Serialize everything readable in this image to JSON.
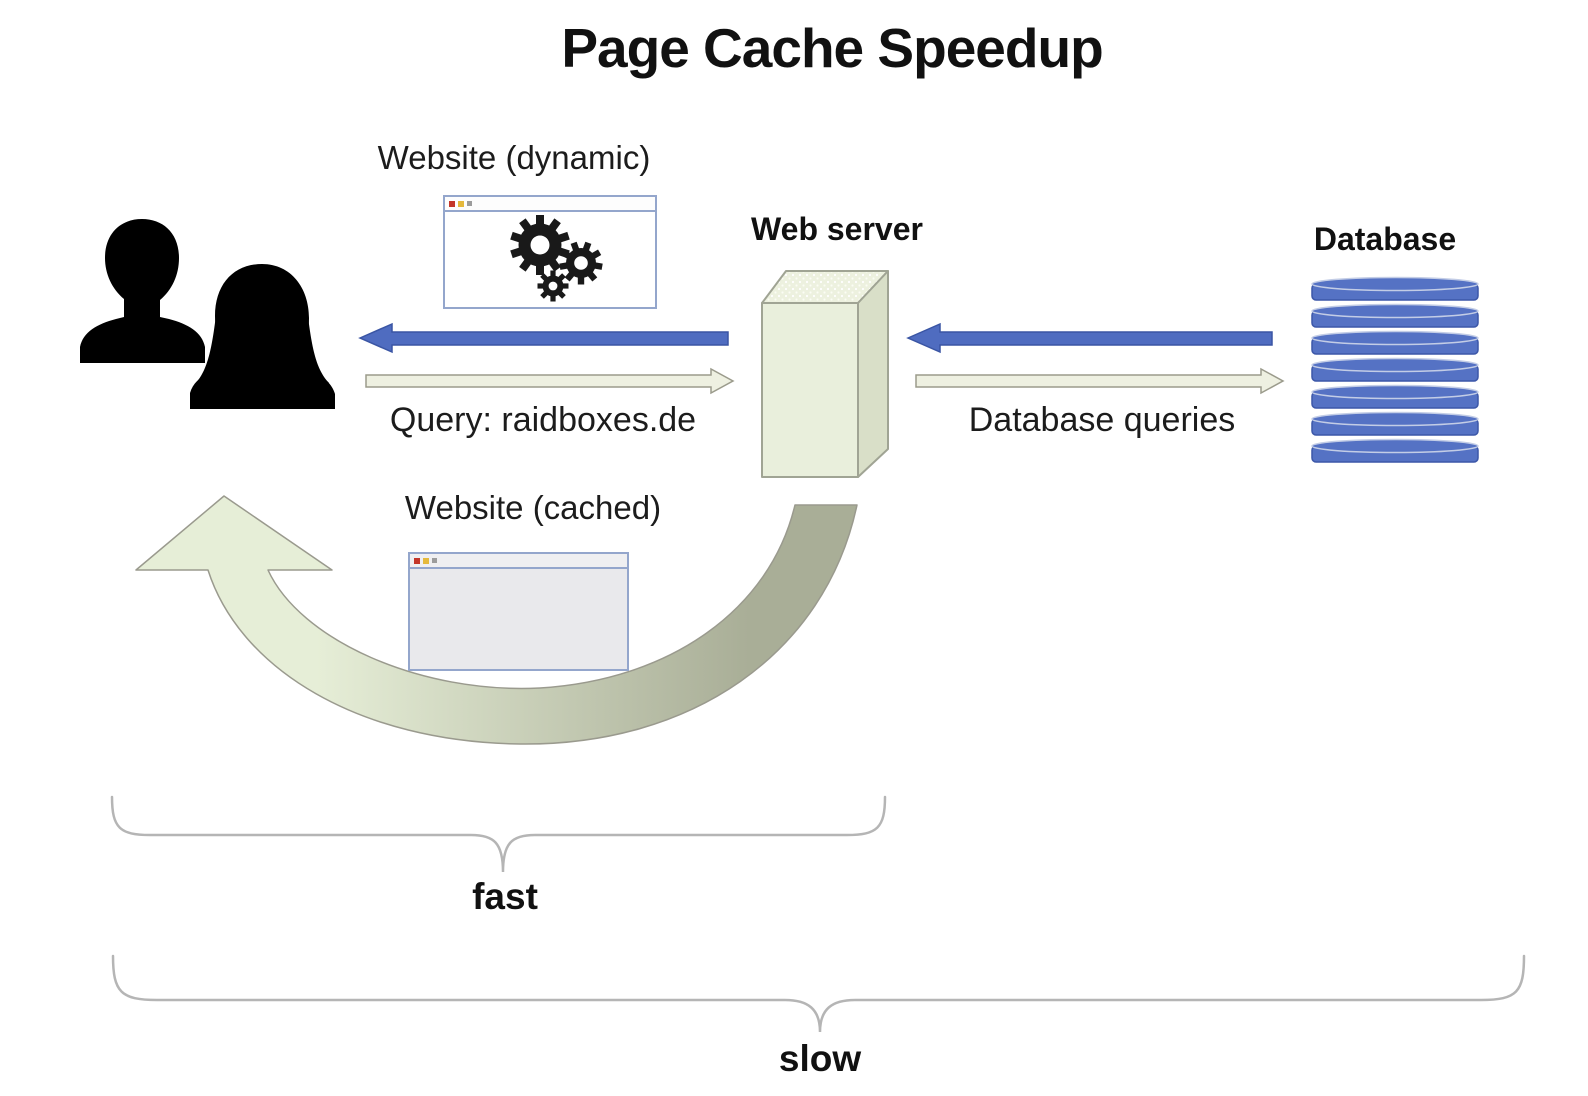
{
  "title": "Page Cache Speedup",
  "labels": {
    "website_dynamic": "Website (dynamic)",
    "web_server": "Web server",
    "database": "Database",
    "query": "Query: raidboxes.de",
    "database_queries": "Database queries",
    "website_cached": "Website (cached)",
    "fast": "fast",
    "slow": "slow"
  },
  "icons": {
    "users": "two-person-silhouette-icon",
    "gears": "gears-icon",
    "web_server": "server-3d-box-icon",
    "database": "database-disk-stack-icon",
    "blue_arrows": "solid-left-arrow-icon",
    "cream_arrows": "outlined-right-arrow-icon",
    "cached_path": "curved-u-arrow-icon",
    "braces": "horizontal-curly-brace"
  },
  "colors": {
    "arrow_blue": "#4f6cc0",
    "arrow_blue_border": "#3a55a4",
    "arrow_cream": "#eef0e1",
    "arrow_cream_border": "#9b9b8c",
    "server_face": "#e9efdc",
    "server_side": "#d9dfc8",
    "server_top": "#eef2e0",
    "server_outline": "#a0a494",
    "database_blue": "#5572c4",
    "database_border": "#3c57a8",
    "curve_light": "#e6eed7",
    "curve_dark": "#a9ae97",
    "curve_outline": "#9a9a8e",
    "brace_gray": "#b5b5b5",
    "window_border": "#94a6cc",
    "cached_body": "#e9e9ec",
    "silhouette": "#000000"
  }
}
